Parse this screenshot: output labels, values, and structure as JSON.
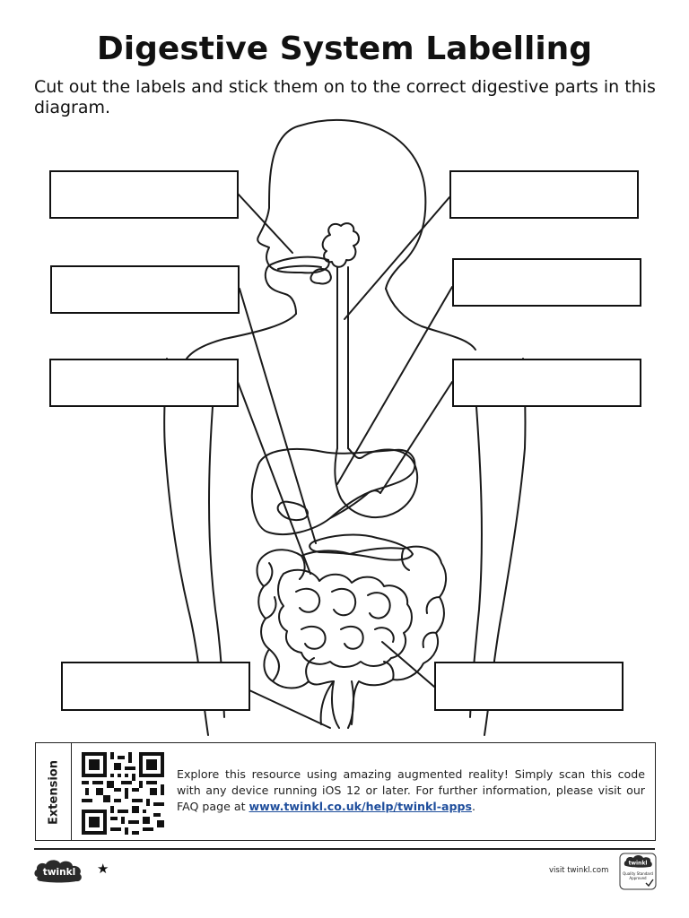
{
  "title": "Digestive System Labelling",
  "instructions": "Cut out the labels and stick them on to the correct digestive parts in this diagram.",
  "extension": {
    "tab_label": "Extension",
    "text_before_link": "Explore this resource using amazing augmented reality! Simply scan this code with any device running iOS 12 or later. For further information, please visit our FAQ page at ",
    "link_text": "www.twinkl.co.uk/help/twinkl-apps",
    "text_after_link": "."
  },
  "footer": {
    "logo_text": "twinkl",
    "star_icon": "star-icon",
    "visit_text": "visit twinkl.com",
    "badge_lines": [
      "twinkl",
      "Quality Standard",
      "Approved"
    ]
  },
  "label_boxes": [
    "left-1",
    "left-2",
    "left-3",
    "left-4",
    "right-1",
    "right-2",
    "right-3",
    "right-4"
  ]
}
